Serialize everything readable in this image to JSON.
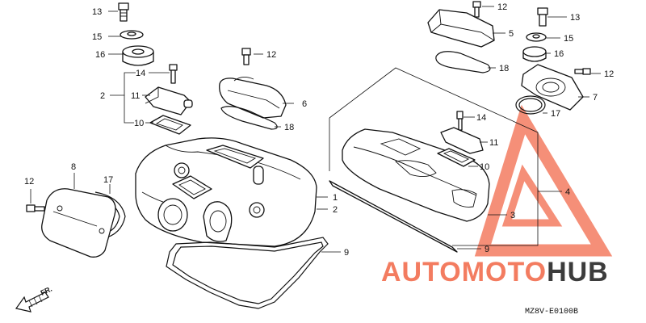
{
  "diagram": {
    "code": "MZ8V-E0100B",
    "front_label": "FR.",
    "callouts": {
      "left_13": "13",
      "left_15": "15",
      "left_16": "16",
      "left_14": "14",
      "left_2": "2",
      "left_11": "11",
      "left_10": "10",
      "mid_12": "12",
      "mid_6": "6",
      "mid_18": "18",
      "left_12": "12",
      "left_8": "8",
      "left_17": "17",
      "main_1": "1",
      "main_2": "2",
      "main_9": "9",
      "right_12a": "12",
      "right_5": "5",
      "right_13": "13",
      "right_15": "15",
      "right_16": "16",
      "right_18": "18",
      "right_12b": "12",
      "right_7": "7",
      "right_17": "17",
      "right_14": "14",
      "right_11": "11",
      "right_10": "10",
      "right_4": "4",
      "right_3": "3",
      "right_9": "9"
    }
  },
  "watermark": {
    "brand_part1": "AUTOMOTO",
    "brand_part2": "HUB",
    "color_accent": "#f26a4b",
    "color_dark": "#222222"
  }
}
